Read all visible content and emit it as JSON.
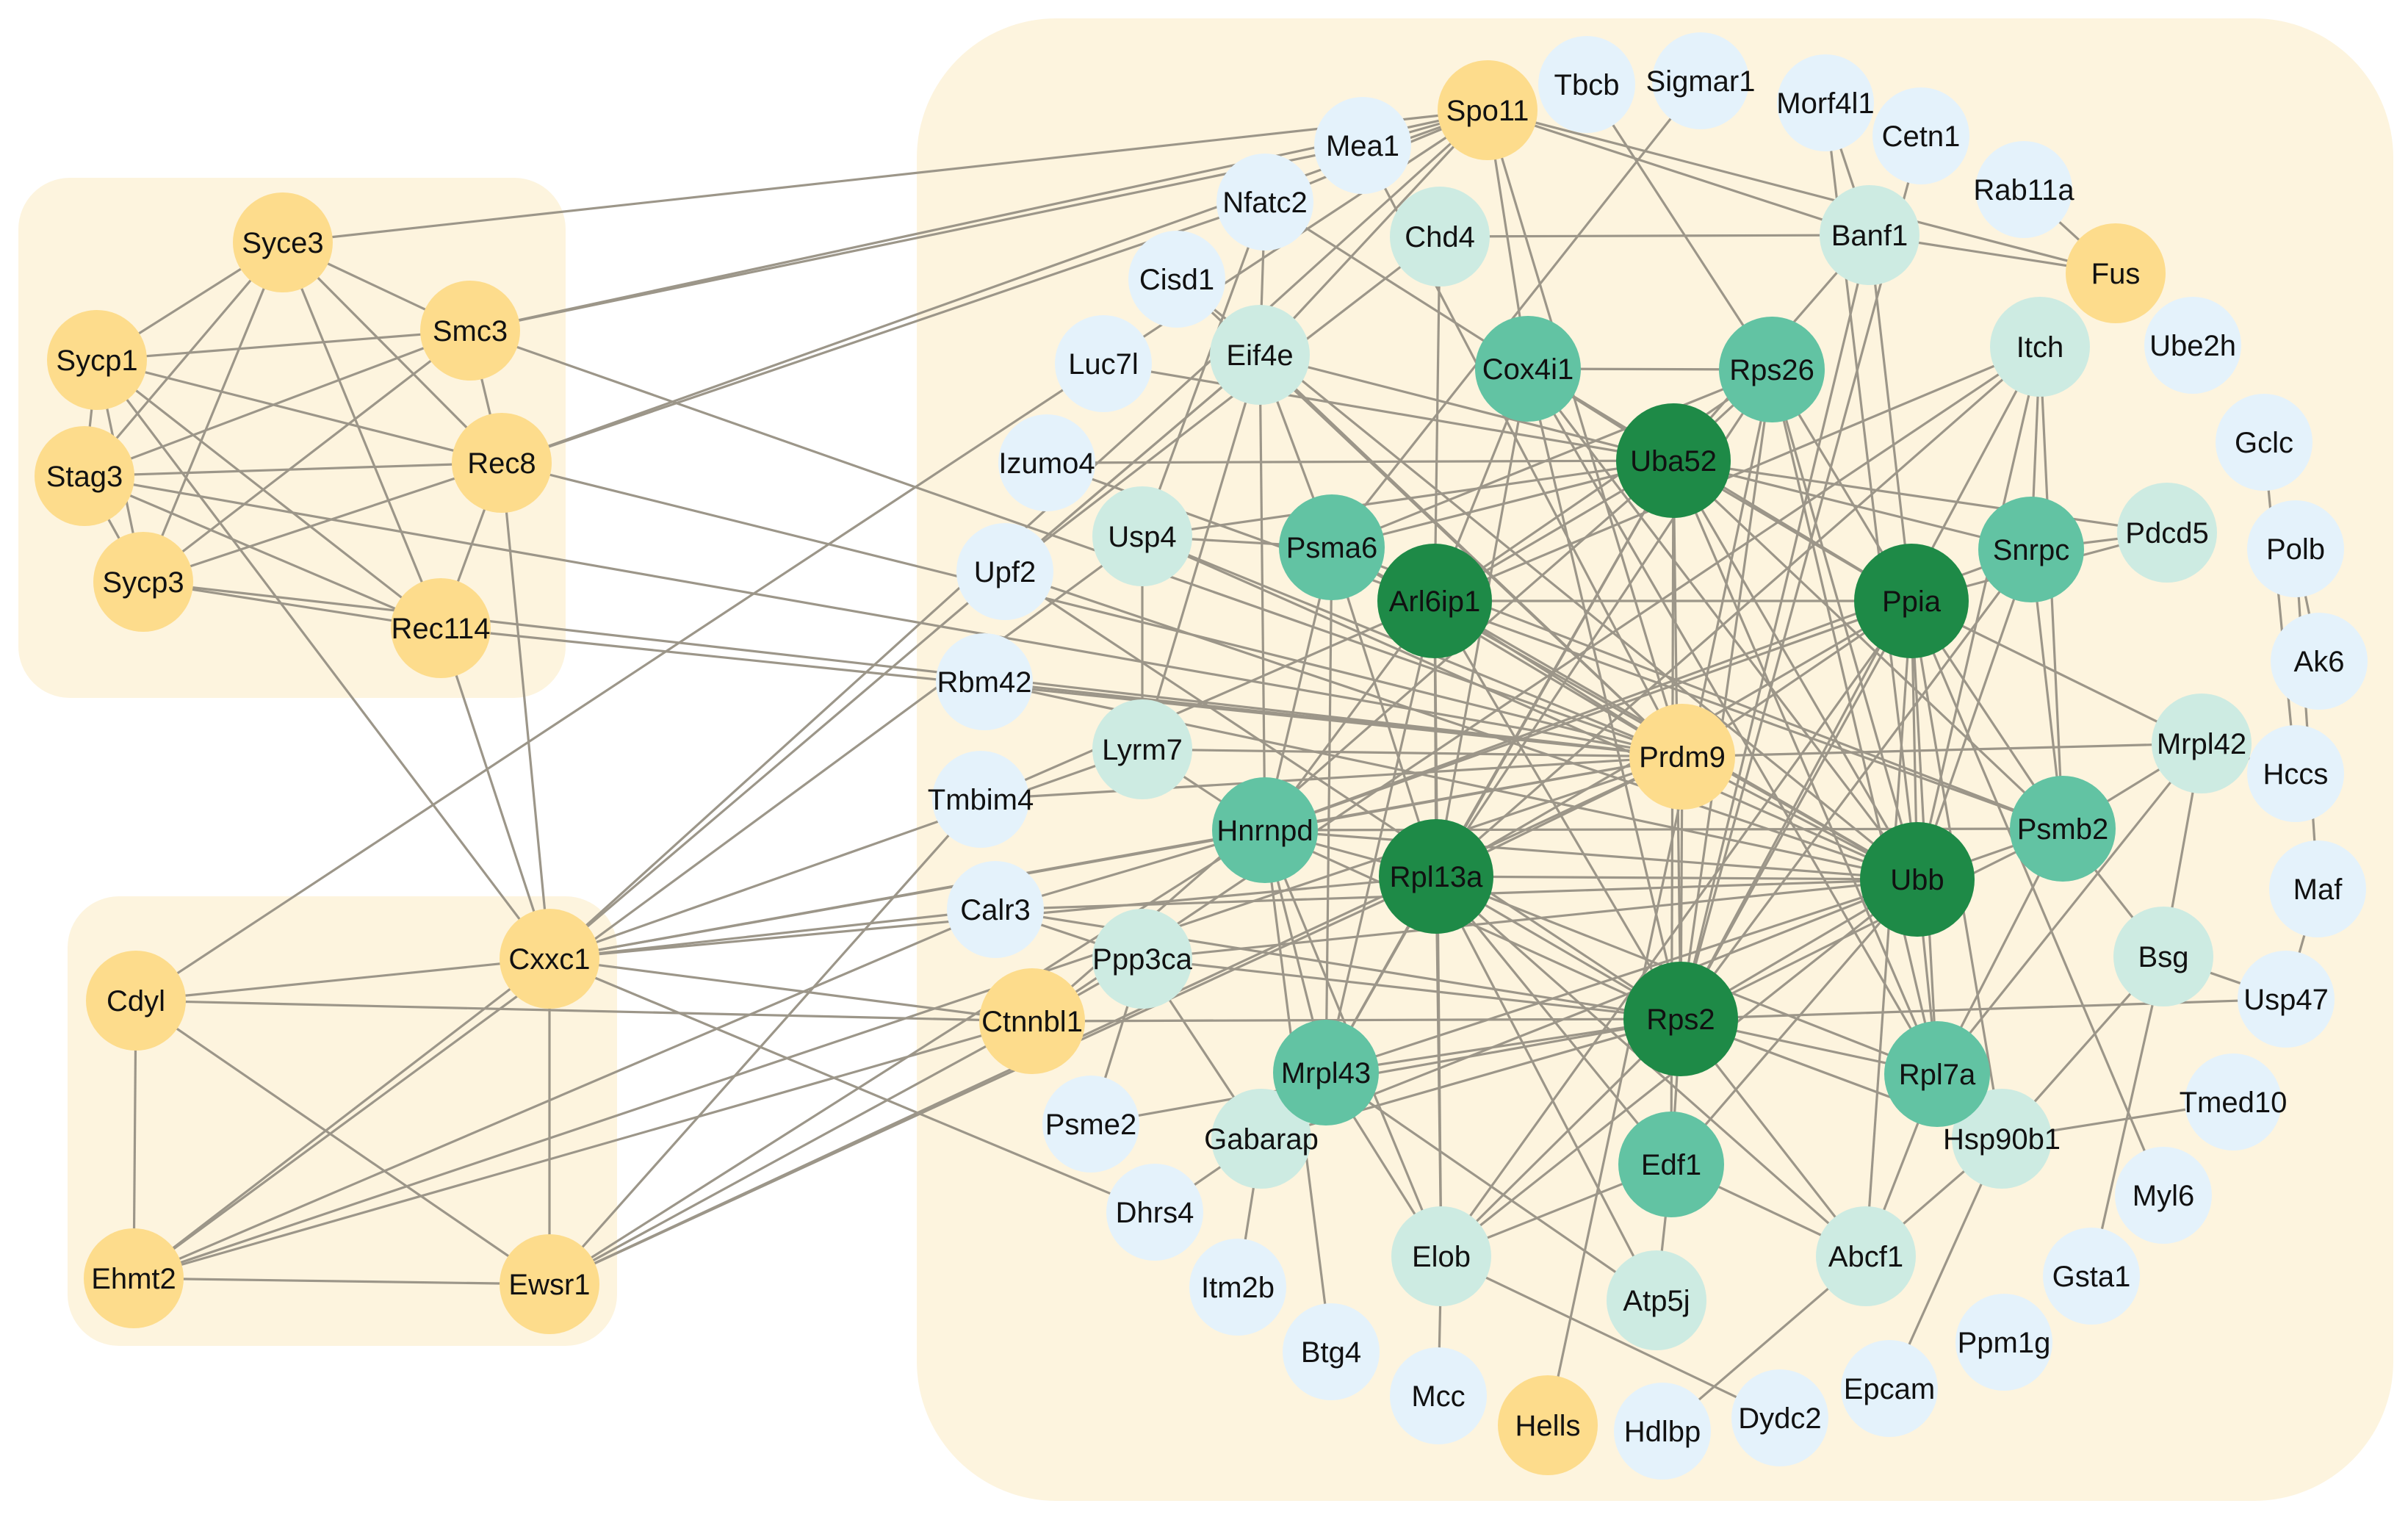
{
  "colors": {
    "meiosis": "#FDDC8C",
    "light": "#E4F2FB",
    "mint": "#CDEBE2",
    "medium": "#62C3A3",
    "dark": "#1E8A47",
    "cluster_bg": "#FDF4DE",
    "edge": "#9C9689"
  },
  "nodes": [
    {
      "id": "Syce3",
      "color": "meiosis"
    },
    {
      "id": "Sycp1",
      "color": "meiosis"
    },
    {
      "id": "Smc3",
      "color": "meiosis"
    },
    {
      "id": "Stag3",
      "color": "meiosis"
    },
    {
      "id": "Rec8",
      "color": "meiosis"
    },
    {
      "id": "Sycp3",
      "color": "meiosis"
    },
    {
      "id": "Rec114",
      "color": "meiosis"
    },
    {
      "id": "Cdyl",
      "color": "meiosis"
    },
    {
      "id": "Cxxc1",
      "color": "meiosis"
    },
    {
      "id": "Ehmt2",
      "color": "meiosis"
    },
    {
      "id": "Ewsr1",
      "color": "meiosis"
    },
    {
      "id": "Spo11",
      "color": "meiosis"
    },
    {
      "id": "Fus",
      "color": "meiosis"
    },
    {
      "id": "Prdm9",
      "color": "meiosis"
    },
    {
      "id": "Ctnnbl1",
      "color": "meiosis"
    },
    {
      "id": "Hells",
      "color": "meiosis"
    },
    {
      "id": "Mea1",
      "color": "light"
    },
    {
      "id": "Tbcb",
      "color": "light"
    },
    {
      "id": "Sigmar1",
      "color": "light"
    },
    {
      "id": "Morf4l1",
      "color": "light"
    },
    {
      "id": "Cetn1",
      "color": "light"
    },
    {
      "id": "Rab11a",
      "color": "light"
    },
    {
      "id": "Nfatc2",
      "color": "light"
    },
    {
      "id": "Cisd1",
      "color": "light"
    },
    {
      "id": "Luc7l",
      "color": "light"
    },
    {
      "id": "Izumo4",
      "color": "light"
    },
    {
      "id": "Upf2",
      "color": "light"
    },
    {
      "id": "Rbm42",
      "color": "light"
    },
    {
      "id": "Tmbim4",
      "color": "light"
    },
    {
      "id": "Calr3",
      "color": "light"
    },
    {
      "id": "Psme2",
      "color": "light"
    },
    {
      "id": "Dhrs4",
      "color": "light"
    },
    {
      "id": "Itm2b",
      "color": "light"
    },
    {
      "id": "Btg4",
      "color": "light"
    },
    {
      "id": "Mcc",
      "color": "light"
    },
    {
      "id": "Hdlbp",
      "color": "light"
    },
    {
      "id": "Dydc2",
      "color": "light"
    },
    {
      "id": "Epcam",
      "color": "light"
    },
    {
      "id": "Ppm1g",
      "color": "light"
    },
    {
      "id": "Gsta1",
      "color": "light"
    },
    {
      "id": "Myl6",
      "color": "light"
    },
    {
      "id": "Tmed10",
      "color": "light"
    },
    {
      "id": "Usp47",
      "color": "light"
    },
    {
      "id": "Maf",
      "color": "light"
    },
    {
      "id": "Hccs",
      "color": "light"
    },
    {
      "id": "Ak6",
      "color": "light"
    },
    {
      "id": "Polb",
      "color": "light"
    },
    {
      "id": "Gclc",
      "color": "light"
    },
    {
      "id": "Ube2h",
      "color": "light"
    },
    {
      "id": "Pdcd5",
      "color": "mint"
    },
    {
      "id": "Chd4",
      "color": "mint"
    },
    {
      "id": "Banf1",
      "color": "mint"
    },
    {
      "id": "Eif4e",
      "color": "mint"
    },
    {
      "id": "Itch",
      "color": "mint"
    },
    {
      "id": "Usp4",
      "color": "mint"
    },
    {
      "id": "Lyrm7",
      "color": "mint"
    },
    {
      "id": "Ppp3ca",
      "color": "mint"
    },
    {
      "id": "Gabarap",
      "color": "mint"
    },
    {
      "id": "Elob",
      "color": "mint"
    },
    {
      "id": "Atp5j",
      "color": "mint"
    },
    {
      "id": "Abcf1",
      "color": "mint"
    },
    {
      "id": "Hsp90b1",
      "color": "mint"
    },
    {
      "id": "Bsg",
      "color": "mint"
    },
    {
      "id": "Mrpl42",
      "color": "mint"
    },
    {
      "id": "Cox4i1",
      "color": "medium"
    },
    {
      "id": "Rps26",
      "color": "medium"
    },
    {
      "id": "Psma6",
      "color": "medium"
    },
    {
      "id": "Snrpc",
      "color": "medium"
    },
    {
      "id": "Hnrnpd",
      "color": "medium"
    },
    {
      "id": "Psmb2",
      "color": "medium"
    },
    {
      "id": "Mrpl43",
      "color": "medium"
    },
    {
      "id": "Edf1",
      "color": "medium"
    },
    {
      "id": "Rpl7a",
      "color": "medium"
    },
    {
      "id": "Uba52",
      "color": "dark"
    },
    {
      "id": "Arl6ip1",
      "color": "dark"
    },
    {
      "id": "Ppia",
      "color": "dark"
    },
    {
      "id": "Rpl13a",
      "color": "dark"
    },
    {
      "id": "Ubb",
      "color": "dark"
    },
    {
      "id": "Rps2",
      "color": "dark"
    }
  ],
  "edges": [
    [
      "Syce3",
      "Sycp1"
    ],
    [
      "Syce3",
      "Stag3"
    ],
    [
      "Syce3",
      "Sycp3"
    ],
    [
      "Syce3",
      "Smc3"
    ],
    [
      "Syce3",
      "Rec8"
    ],
    [
      "Syce3",
      "Rec114"
    ],
    [
      "Syce3",
      "Spo11"
    ],
    [
      "Sycp1",
      "Stag3"
    ],
    [
      "Sycp1",
      "Sycp3"
    ],
    [
      "Sycp1",
      "Smc3"
    ],
    [
      "Sycp1",
      "Rec8"
    ],
    [
      "Sycp1",
      "Rec114"
    ],
    [
      "Sycp1",
      "Cxxc1"
    ],
    [
      "Stag3",
      "Sycp3"
    ],
    [
      "Stag3",
      "Smc3"
    ],
    [
      "Stag3",
      "Rec8"
    ],
    [
      "Stag3",
      "Rec114"
    ],
    [
      "Stag3",
      "Prdm9"
    ],
    [
      "Sycp3",
      "Smc3"
    ],
    [
      "Sycp3",
      "Rec8"
    ],
    [
      "Sycp3",
      "Rec114"
    ],
    [
      "Sycp3",
      "Prdm9"
    ],
    [
      "Smc3",
      "Rec8"
    ],
    [
      "Smc3",
      "Spo11"
    ],
    [
      "Smc3",
      "Mea1"
    ],
    [
      "Smc3",
      "Prdm9"
    ],
    [
      "Rec8",
      "Rec114"
    ],
    [
      "Rec8",
      "Cxxc1"
    ],
    [
      "Rec8",
      "Spo11"
    ],
    [
      "Rec8",
      "Nfatc2"
    ],
    [
      "Rec8",
      "Prdm9"
    ],
    [
      "Rec114",
      "Cxxc1"
    ],
    [
      "Rec114",
      "Prdm9"
    ],
    [
      "Cdyl",
      "Ehmt2"
    ],
    [
      "Cdyl",
      "Ewsr1"
    ],
    [
      "Cdyl",
      "Cxxc1"
    ],
    [
      "Cdyl",
      "Spo11"
    ],
    [
      "Cdyl",
      "Ctnnbl1"
    ],
    [
      "Ehmt2",
      "Ewsr1"
    ],
    [
      "Ehmt2",
      "Cxxc1"
    ],
    [
      "Ehmt2",
      "Prdm9"
    ],
    [
      "Ehmt2",
      "Usp4"
    ],
    [
      "Ehmt2",
      "Ctnnbl1"
    ],
    [
      "Ehmt2",
      "Calr3"
    ],
    [
      "Ewsr1",
      "Cxxc1"
    ],
    [
      "Ewsr1",
      "Prdm9"
    ],
    [
      "Ewsr1",
      "Rpl13a"
    ],
    [
      "Ewsr1",
      "Hnrnpd"
    ],
    [
      "Ewsr1",
      "Ctnnbl1"
    ],
    [
      "Ewsr1",
      "Tmbim4"
    ],
    [
      "Cxxc1",
      "Spo11"
    ],
    [
      "Cxxc1",
      "Prdm9"
    ],
    [
      "Cxxc1",
      "Calr3"
    ],
    [
      "Cxxc1",
      "Ctnnbl1"
    ],
    [
      "Cxxc1",
      "Eif4e"
    ],
    [
      "Cxxc1",
      "Hnrnpd"
    ],
    [
      "Cxxc1",
      "Rpl13a"
    ],
    [
      "Cxxc1",
      "Lyrm7"
    ],
    [
      "Cxxc1",
      "Dhrs4"
    ],
    [
      "Spo11",
      "Mea1"
    ],
    [
      "Spo11",
      "Nfatc2"
    ],
    [
      "Spo11",
      "Eif4e"
    ],
    [
      "Spo11",
      "Prdm9"
    ],
    [
      "Spo11",
      "Banf1"
    ],
    [
      "Spo11",
      "Fus"
    ],
    [
      "Spo11",
      "Cox4i1"
    ],
    [
      "Mea1",
      "Prdm9"
    ],
    [
      "Nfatc2",
      "Eif4e"
    ],
    [
      "Nfatc2",
      "Cox4i1"
    ],
    [
      "Nfatc2",
      "Usp4"
    ],
    [
      "Tbcb",
      "Rps26"
    ],
    [
      "Sigmar1",
      "Psma6"
    ],
    [
      "Morf4l1",
      "Banf1"
    ],
    [
      "Morf4l1",
      "Ubb"
    ],
    [
      "Cetn1",
      "Rps2"
    ],
    [
      "Rab11a",
      "Fus"
    ],
    [
      "Chd4",
      "Banf1"
    ],
    [
      "Chd4",
      "Arl6ip1"
    ],
    [
      "Chd4",
      "Upf2"
    ],
    [
      "Banf1",
      "Fus"
    ],
    [
      "Banf1",
      "Ppia"
    ],
    [
      "Banf1",
      "Rps2"
    ],
    [
      "Banf1",
      "Uba52"
    ],
    [
      "Eif4e",
      "Upf2"
    ],
    [
      "Eif4e",
      "Prdm9"
    ],
    [
      "Eif4e",
      "Psma6"
    ],
    [
      "Eif4e",
      "Hnrnpd"
    ],
    [
      "Eif4e",
      "Lyrm7"
    ],
    [
      "Eif4e",
      "Uba52"
    ],
    [
      "Luc7l",
      "Uba52"
    ],
    [
      "Izumo4",
      "Uba52"
    ],
    [
      "Izumo4",
      "Psmb2"
    ],
    [
      "Cisd1",
      "Prdm9"
    ],
    [
      "Cisd1",
      "Ubb"
    ],
    [
      "Upf2",
      "Ubb"
    ],
    [
      "Upf2",
      "Rps2"
    ],
    [
      "Rbm42",
      "Ubb"
    ],
    [
      "Rbm42",
      "Prdm9"
    ],
    [
      "Tmbim4",
      "Arl6ip1"
    ],
    [
      "Tmbim4",
      "Prdm9"
    ],
    [
      "Calr3",
      "Ubb"
    ],
    [
      "Calr3",
      "Hnrnpd"
    ],
    [
      "Calr3",
      "Rps2"
    ],
    [
      "Calr3",
      "Ppp3ca"
    ],
    [
      "Cox4i1",
      "Rps26"
    ],
    [
      "Cox4i1",
      "Uba52"
    ],
    [
      "Cox4i1",
      "Arl6ip1"
    ],
    [
      "Cox4i1",
      "Ppia"
    ],
    [
      "Cox4i1",
      "Ubb"
    ],
    [
      "Cox4i1",
      "Rps2"
    ],
    [
      "Cox4i1",
      "Rpl13a"
    ],
    [
      "Cox4i1",
      "Rpl7a"
    ],
    [
      "Rps26",
      "Uba52"
    ],
    [
      "Rps26",
      "Arl6ip1"
    ],
    [
      "Rps26",
      "Ppia"
    ],
    [
      "Rps26",
      "Ubb"
    ],
    [
      "Rps26",
      "Rps2"
    ],
    [
      "Rps26",
      "Rpl13a"
    ],
    [
      "Rps26",
      "Psma6"
    ],
    [
      "Rps26",
      "Rpl7a"
    ],
    [
      "Uba52",
      "Arl6ip1"
    ],
    [
      "Uba52",
      "Ppia"
    ],
    [
      "Uba52",
      "Ubb"
    ],
    [
      "Uba52",
      "Rps2"
    ],
    [
      "Uba52",
      "Rpl13a"
    ],
    [
      "Uba52",
      "Psma6"
    ],
    [
      "Uba52",
      "Snrpc"
    ],
    [
      "Uba52",
      "Psmb2"
    ],
    [
      "Uba52",
      "Rpl7a"
    ],
    [
      "Uba52",
      "Edf1"
    ],
    [
      "Uba52",
      "Mrpl43"
    ],
    [
      "Uba52",
      "Pdcd5"
    ],
    [
      "Uba52",
      "Usp4"
    ],
    [
      "Arl6ip1",
      "Ppia"
    ],
    [
      "Arl6ip1",
      "Ubb"
    ],
    [
      "Arl6ip1",
      "Rps2"
    ],
    [
      "Arl6ip1",
      "Rpl13a"
    ],
    [
      "Arl6ip1",
      "Hnrnpd"
    ],
    [
      "Arl6ip1",
      "Mrpl43"
    ],
    [
      "Arl6ip1",
      "Itch"
    ],
    [
      "Arl6ip1",
      "Elob"
    ],
    [
      "Ppia",
      "Ubb"
    ],
    [
      "Ppia",
      "Rps2"
    ],
    [
      "Ppia",
      "Rpl13a"
    ],
    [
      "Ppia",
      "Psmb2"
    ],
    [
      "Ppia",
      "Rpl7a"
    ],
    [
      "Ppia",
      "Hsp90b1"
    ],
    [
      "Ppia",
      "Elob"
    ],
    [
      "Ppia",
      "Abcf1"
    ],
    [
      "Ppia",
      "Hnrnpd"
    ],
    [
      "Ppia",
      "Mrpl42"
    ],
    [
      "Rpl13a",
      "Ubb"
    ],
    [
      "Rpl13a",
      "Rps2"
    ],
    [
      "Rpl13a",
      "Hnrnpd"
    ],
    [
      "Rpl13a",
      "Mrpl43"
    ],
    [
      "Rpl13a",
      "Edf1"
    ],
    [
      "Rpl13a",
      "Rpl7a"
    ],
    [
      "Rpl13a",
      "Elob"
    ],
    [
      "Rpl13a",
      "Atp5j"
    ],
    [
      "Rpl13a",
      "Abcf1"
    ],
    [
      "Rpl13a",
      "Itch"
    ],
    [
      "Rpl13a",
      "Psma6"
    ],
    [
      "Ubb",
      "Rps2"
    ],
    [
      "Ubb",
      "Psmb2"
    ],
    [
      "Ubb",
      "Rpl7a"
    ],
    [
      "Ubb",
      "Hnrnpd"
    ],
    [
      "Ubb",
      "Itch"
    ],
    [
      "Ubb",
      "Snrpc"
    ],
    [
      "Ubb",
      "Psma6"
    ],
    [
      "Ubb",
      "Edf1"
    ],
    [
      "Ubb",
      "Mrpl43"
    ],
    [
      "Ubb",
      "Elob"
    ],
    [
      "Ubb",
      "Gabarap"
    ],
    [
      "Ubb",
      "Usp4"
    ],
    [
      "Rps2",
      "Rpl7a"
    ],
    [
      "Rps2",
      "Edf1"
    ],
    [
      "Rps2",
      "Mrpl43"
    ],
    [
      "Rps2",
      "Hnrnpd"
    ],
    [
      "Rps2",
      "Psmb2"
    ],
    [
      "Rps2",
      "Snrpc"
    ],
    [
      "Rps2",
      "Elob"
    ],
    [
      "Rps2",
      "Gabarap"
    ],
    [
      "Rps2",
      "Abcf1"
    ],
    [
      "Rps2",
      "Itch"
    ],
    [
      "Rps2",
      "Ppp3ca"
    ],
    [
      "Rps2",
      "Usp47"
    ],
    [
      "Rps2",
      "Hsp90b1"
    ],
    [
      "Psma6",
      "Hnrnpd"
    ],
    [
      "Psma6",
      "Psmb2"
    ],
    [
      "Psma6",
      "Mrpl43"
    ],
    [
      "Psma6",
      "Prdm9"
    ],
    [
      "Snrpc",
      "Pdcd5"
    ],
    [
      "Snrpc",
      "Psmb2"
    ],
    [
      "Snrpc",
      "Hnrnpd"
    ],
    [
      "Hnrnpd",
      "Psmb2"
    ],
    [
      "Hnrnpd",
      "Mrpl43"
    ],
    [
      "Hnrnpd",
      "Elob"
    ],
    [
      "Hnrnpd",
      "Lyrm7"
    ],
    [
      "Psmb2",
      "Bsg"
    ],
    [
      "Psmb2",
      "Mrpl42"
    ],
    [
      "Psmb2",
      "Rpl7a"
    ],
    [
      "Mrpl43",
      "Elob"
    ],
    [
      "Mrpl43",
      "Gabarap"
    ],
    [
      "Mrpl43",
      "Atp5j"
    ],
    [
      "Edf1",
      "Atp5j"
    ],
    [
      "Edf1",
      "Abcf1"
    ],
    [
      "Edf1",
      "Elob"
    ],
    [
      "Rpl7a",
      "Hsp90b1"
    ],
    [
      "Rpl7a",
      "Abcf1"
    ],
    [
      "Rpl7a",
      "Mrpl42"
    ],
    [
      "Prdm9",
      "Ubb"
    ],
    [
      "Prdm9",
      "Rpl13a"
    ],
    [
      "Prdm9",
      "Rps2"
    ],
    [
      "Prdm9",
      "Arl6ip1"
    ],
    [
      "Prdm9",
      "Lyrm7"
    ],
    [
      "Prdm9",
      "Mrpl42"
    ],
    [
      "Prdm9",
      "Hnrnpd"
    ],
    [
      "Prdm9",
      "Ppia"
    ],
    [
      "Ctnnbl1",
      "Rps2"
    ],
    [
      "Ctnnbl1",
      "Ppp3ca"
    ],
    [
      "Ctnnbl1",
      "Itch"
    ],
    [
      "Ctnnbl1",
      "Uba52"
    ],
    [
      "Gabarap",
      "Dhrs4"
    ],
    [
      "Gabarap",
      "Itm2b"
    ],
    [
      "Ppp3ca",
      "Psme2"
    ],
    [
      "Ppp3ca",
      "Gabarap"
    ],
    [
      "Ppp3ca",
      "Ubb"
    ],
    [
      "Elob",
      "Mcc"
    ],
    [
      "Elob",
      "Dydc2"
    ],
    [
      "Abcf1",
      "Hdlbp"
    ],
    [
      "Abcf1",
      "Hsp90b1"
    ],
    [
      "Hsp90b1",
      "Epcam"
    ],
    [
      "Hsp90b1",
      "Tmed10"
    ],
    [
      "Bsg",
      "Usp47"
    ],
    [
      "Bsg",
      "Gsta1"
    ],
    [
      "Bsg",
      "Hsp90b1"
    ],
    [
      "Mrpl42",
      "Hccs"
    ],
    [
      "Mrpl42",
      "Bsg"
    ],
    [
      "Maf",
      "Usp47"
    ],
    [
      "Ak6",
      "Polb"
    ],
    [
      "Gclc",
      "Hccs"
    ],
    [
      "Polb",
      "Maf"
    ],
    [
      "Itch",
      "Snrpc"
    ],
    [
      "Itch",
      "Psmb2"
    ],
    [
      "Hells",
      "Rps26"
    ],
    [
      "Btg4",
      "Hnrnpd"
    ],
    [
      "Psme2",
      "Rps2"
    ],
    [
      "Usp4",
      "Lyrm7"
    ],
    [
      "Usp4",
      "Psma6"
    ],
    [
      "Usp4",
      "Prdm9"
    ],
    [
      "Myl6",
      "Ppia"
    ],
    [
      "Pdcd5",
      "Ppia"
    ]
  ]
}
